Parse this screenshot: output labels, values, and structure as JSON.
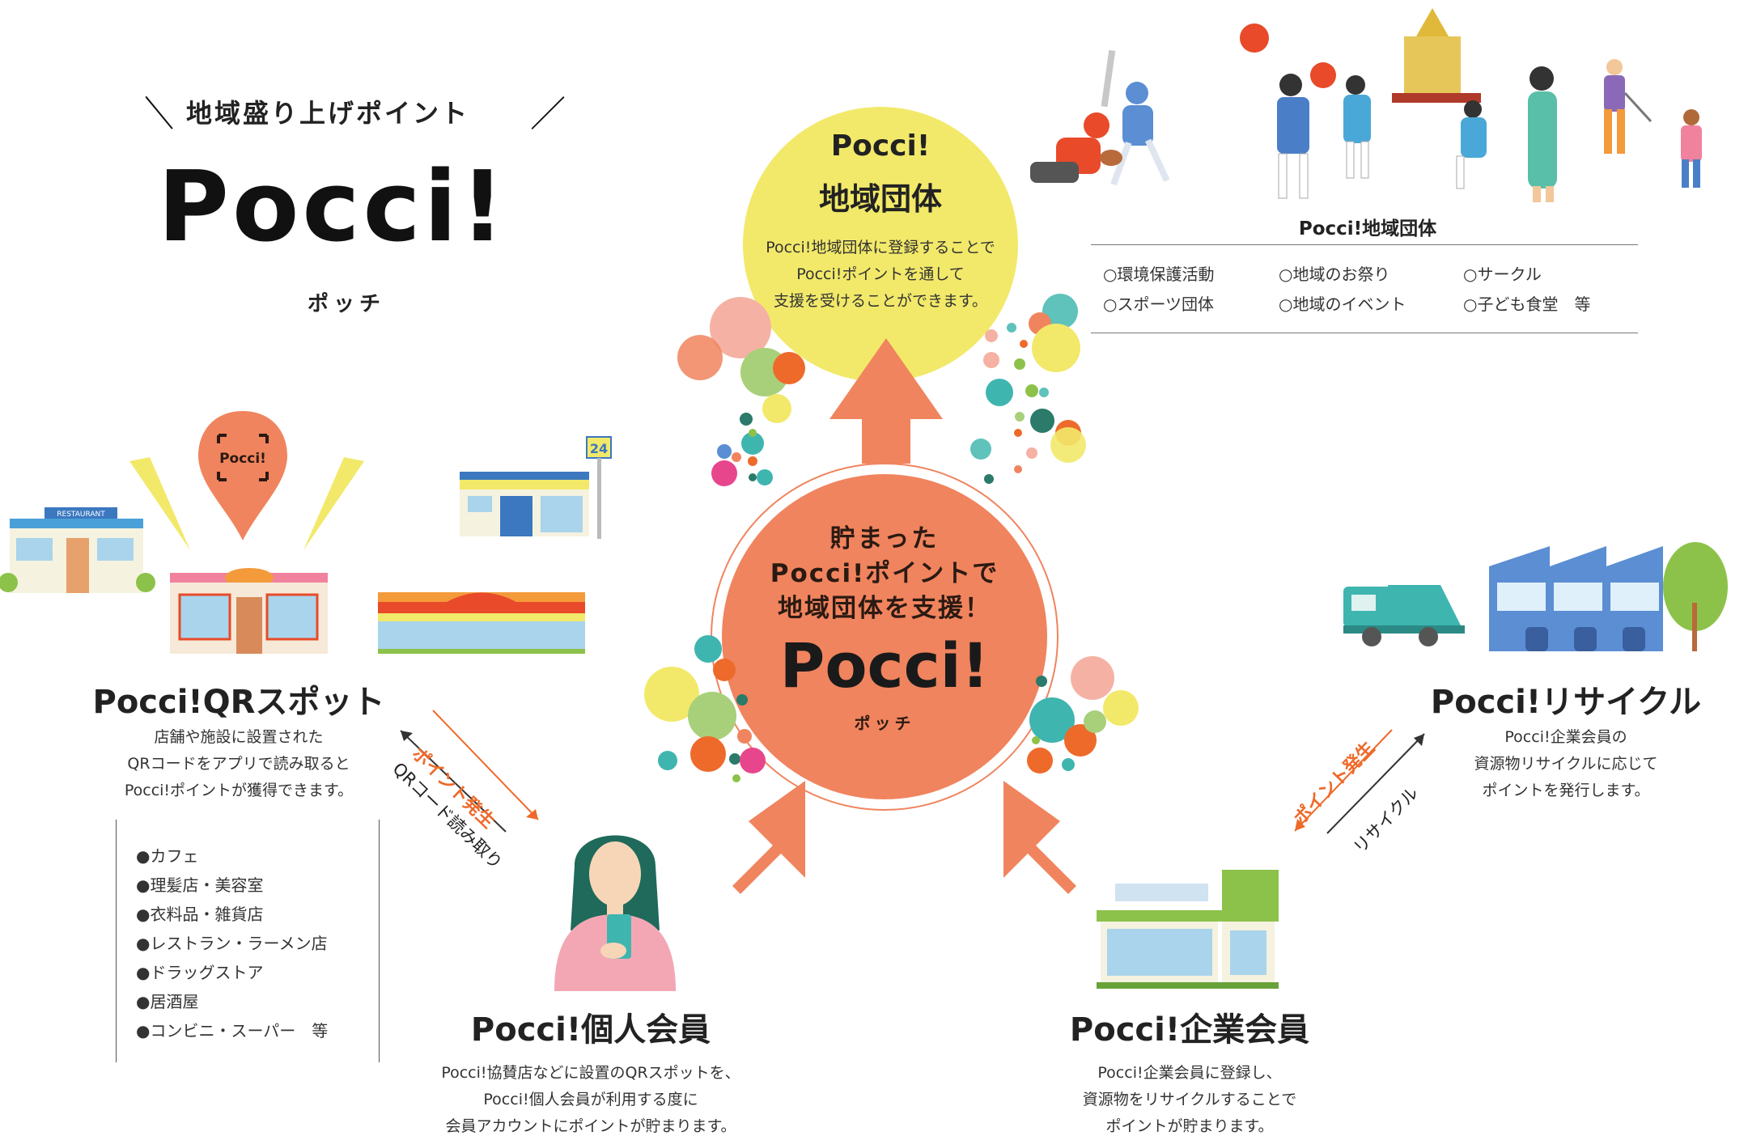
{
  "brand": {
    "tagline": "地域盛り上げポイント",
    "logo": "Pocci!",
    "reading": "ポッチ"
  },
  "center": {
    "line1": "貯まった",
    "line2": "Pocci!ポイントで",
    "line3": "地域団体を支援！",
    "logo": "Pocci!",
    "reading": "ポッチ"
  },
  "top_circle": {
    "title1": "Pocci!",
    "title2": "地域団体",
    "desc1": "Pocci!地域団体に登録することで",
    "desc2": "Pocci!ポイントを通して",
    "desc3": "支援を受けることができます。"
  },
  "groups": {
    "title": "Pocci!地域団体",
    "items": [
      "○環境保護活動",
      "○地域のお祭り",
      "○サークル",
      "○スポーツ団体",
      "○地域のイベント",
      "○子ども食堂　等"
    ]
  },
  "qr_spot": {
    "title": "Pocci!QRスポット",
    "desc1": "店舗や施設に設置された",
    "desc2": "QRコードをアプリで読み取ると",
    "desc3": "Pocci!ポイントが獲得できます。",
    "pin_label": "Pocci!",
    "restaurant_sign": "RESTAURANT",
    "store_number": "24",
    "items": [
      "●カフェ",
      "●理髪店・美容室",
      "●衣料品・雑貨店",
      "●レストラン・ラーメン店",
      "●ドラッグストア",
      "●居酒屋",
      "●コンビニ・スーパー　等"
    ]
  },
  "arrows_left": {
    "issue": "ポイント発生",
    "read": "QRコード読み取り"
  },
  "arrows_right": {
    "issue": "ポイント発生",
    "recycle": "リサイクル"
  },
  "recycle": {
    "title": "Pocci!リサイクル",
    "desc1": "Pocci!企業会員の",
    "desc2": "資源物リサイクルに応じて",
    "desc3": "ポイントを発行します。"
  },
  "individual": {
    "title": "Pocci!個人会員",
    "desc1": "Pocci!協賛店などに設置のQRスポットを、",
    "desc2": "Pocci!個人会員が利用する度に",
    "desc3": "会員アカウントにポイントが貯まります。"
  },
  "corporate": {
    "title": "Pocci!企業会員",
    "desc1": "Pocci!企業会員に登録し、",
    "desc2": "資源物をリサイクルすることで",
    "desc3": "ポイントが貯まります。"
  },
  "colors": {
    "orange": "#f0845e",
    "yellow": "#f2e96a",
    "accent_orange": "#ee6a2a",
    "teal": "#3fb5b0",
    "green": "#8dc24a",
    "blue": "#5b8ed3"
  }
}
